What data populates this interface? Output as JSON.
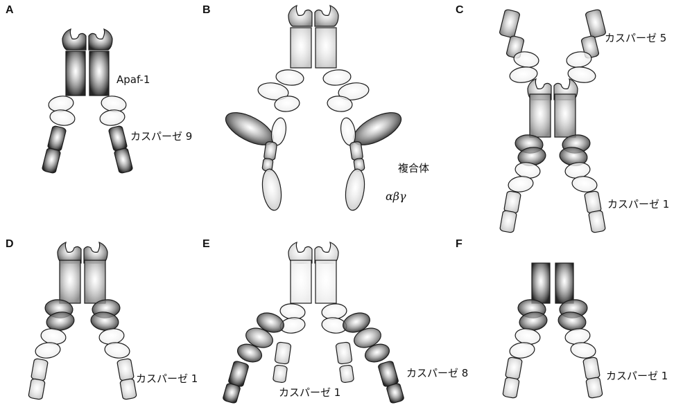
{
  "panels": {
    "a": {
      "letter": "A",
      "labels": [
        "Apaf-1",
        "カスパーゼ 9"
      ]
    },
    "b": {
      "letter": "B",
      "labels": [
        "複合体",
        "αβγ"
      ]
    },
    "c": {
      "letter": "C",
      "labels": [
        "カスパーゼ 5",
        "カスパーゼ 1"
      ]
    },
    "d": {
      "letter": "D",
      "labels": [
        "カスパーゼ 1"
      ]
    },
    "e": {
      "letter": "E",
      "labels": [
        "カスパーゼ 1",
        "カスパーゼ 8"
      ]
    },
    "f": {
      "letter": "F",
      "labels": [
        "カスパーゼ 1"
      ]
    }
  },
  "colors": {
    "dark": "#262626",
    "darkgray": "#555555",
    "midgray": "#8c8c8c",
    "lightgray": "#c8c8c8",
    "pale": "#ebebeb",
    "outline": "#1a1a1a"
  }
}
